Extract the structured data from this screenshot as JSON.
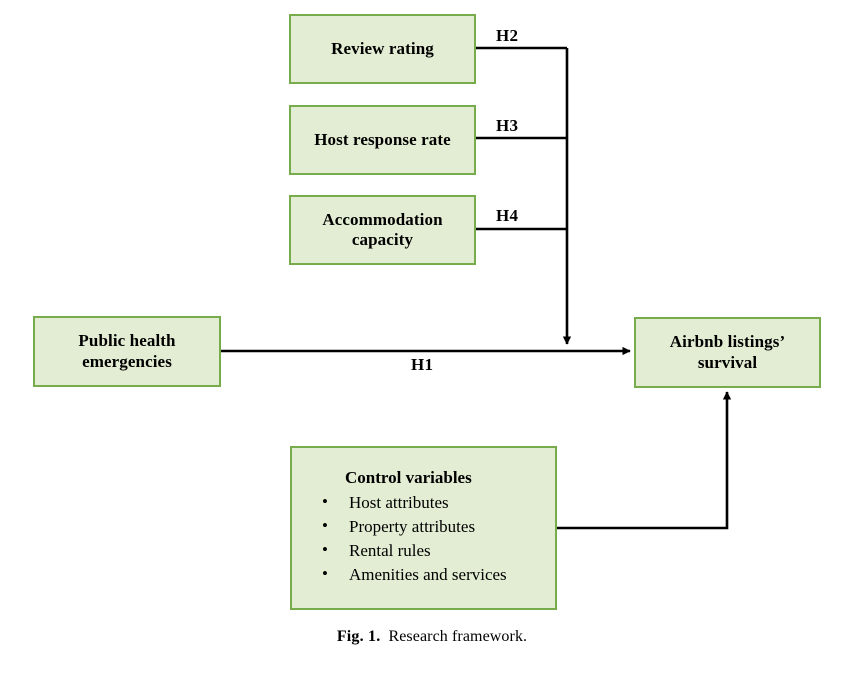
{
  "figure": {
    "caption_label": "Fig. 1.",
    "caption_text": "Research framework.",
    "box_fill_color": "#e2edd3",
    "box_border_color": "#78ab4b",
    "connector_color": "#000000"
  },
  "nodes": {
    "review_rating": {
      "label": "Review rating"
    },
    "host_response_rate": {
      "label": "Host response rate"
    },
    "accommodation_capacity": {
      "label": "Accommodation capacity"
    },
    "public_health_emergencies": {
      "label": "Public health emergencies"
    },
    "airbnb_listings_survival": {
      "label": "Airbnb listings’ survival"
    },
    "control_variables": {
      "title": "Control variables",
      "items": [
        "Host attributes",
        "Property attributes",
        "Rental rules",
        "Amenities and services"
      ]
    }
  },
  "hypotheses": [
    {
      "id": "H1",
      "label": "H1",
      "from": "public_health_emergencies",
      "to": "airbnb_listings_survival"
    },
    {
      "id": "H2",
      "label": "H2",
      "from": "review_rating",
      "to": "airbnb_listings_survival"
    },
    {
      "id": "H3",
      "label": "H3",
      "from": "host_response_rate",
      "to": "airbnb_listings_survival"
    },
    {
      "id": "H4",
      "label": "H4",
      "from": "accommodation_capacity",
      "to": "airbnb_listings_survival"
    }
  ]
}
